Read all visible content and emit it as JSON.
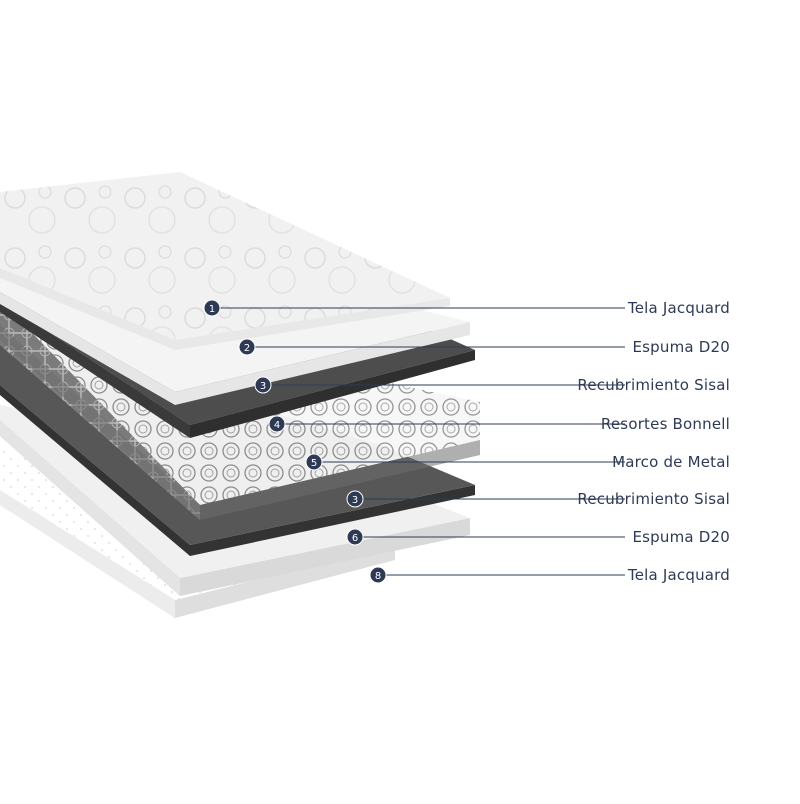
{
  "callouts": [
    {
      "number": "1",
      "label": "Tela Jacquard"
    },
    {
      "number": "2",
      "label": "Espuma D20"
    },
    {
      "number": "3",
      "label": "Recubrimiento Sisal"
    },
    {
      "number": "4",
      "label": "Resortes Bonnell"
    },
    {
      "number": "5",
      "label": "Marco de Metal"
    },
    {
      "number": "3",
      "label": "Recubrimiento Sisal"
    },
    {
      "number": "6",
      "label": "Espuma D20"
    },
    {
      "number": "8",
      "label": "Tela Jacquard"
    }
  ],
  "colors": {
    "marker_fill": "#2e3a55",
    "leader_line": "#2e3a55",
    "label_text": "#2e3a55",
    "fabric_top": "#f2f2f2",
    "foam": "#eeeeee",
    "sisal": "#4a4a4a",
    "springs": "#8a8a8a"
  }
}
